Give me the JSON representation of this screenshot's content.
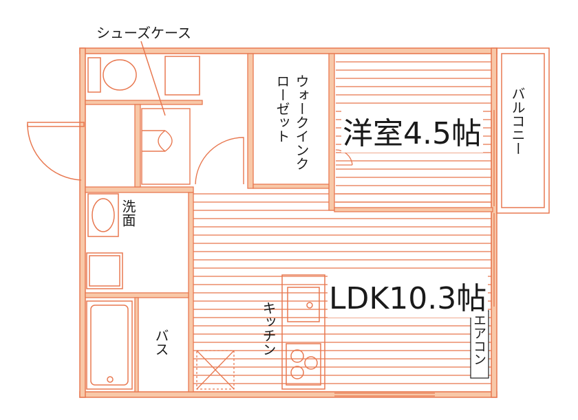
{
  "rooms": {
    "bedroom": "洋室4.5帖",
    "ldk": "LDK10.3帖",
    "walk_in_closet": "ウォークインクローゼット",
    "balcony": "バルコニー",
    "washroom": "洗面",
    "bath": "バス",
    "kitchen": "キッチン",
    "air_conditioner": "エアコン",
    "shoe_case": "シューズケース"
  },
  "colors": {
    "wall": "#e87850",
    "wall_fill": "#f8c8a8",
    "floor_line": "#e87850",
    "text": "#1a1a1a"
  }
}
